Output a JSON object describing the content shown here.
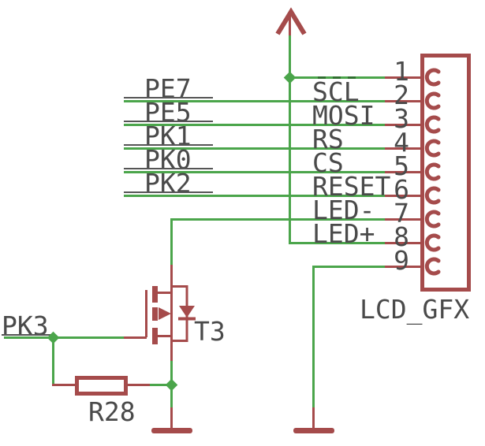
{
  "connector": {
    "ref": "LCD_GFX",
    "pins": [
      {
        "number": "1",
        "name": ""
      },
      {
        "number": "2",
        "name": "SCL",
        "net": "PE7"
      },
      {
        "number": "3",
        "name": "MOSI",
        "net": "PE5"
      },
      {
        "number": "4",
        "name": "RS",
        "net": "PK1"
      },
      {
        "number": "5",
        "name": "CS",
        "net": "PK0"
      },
      {
        "number": "6",
        "name": "RESET",
        "net": "PK2"
      },
      {
        "number": "7",
        "name": "LED-"
      },
      {
        "number": "8",
        "name": "LED+"
      },
      {
        "number": "9",
        "name": ""
      }
    ]
  },
  "nets": {
    "gate_net": "PK3"
  },
  "components": {
    "transistor_ref": "T3",
    "resistor_ref": "R28"
  },
  "colors": {
    "net_green": "#4BA54B",
    "symbol_red": "#A54B4B",
    "text_gray": "#4A4A4A"
  }
}
